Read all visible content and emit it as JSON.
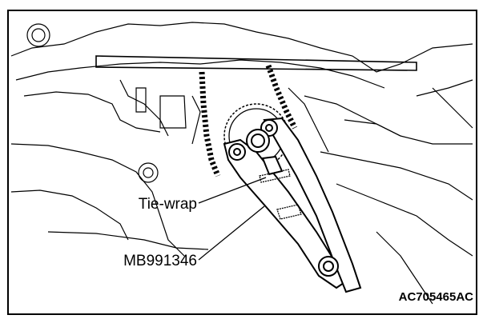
{
  "figure": {
    "callouts": {
      "tie_wrap": "Tie-wrap",
      "tool": "MB991346"
    },
    "figure_id": "AC705465AC"
  }
}
